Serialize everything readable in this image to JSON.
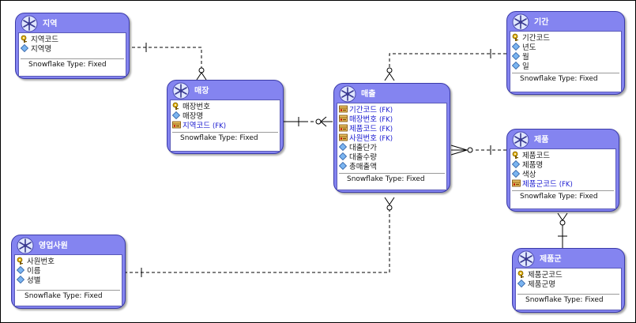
{
  "entities": {
    "region": {
      "title": "지역",
      "attributes": [
        {
          "name": "지역코드",
          "kind": "pk",
          "fk_label": ""
        },
        {
          "name": "지역명",
          "kind": "attr",
          "fk_label": ""
        }
      ],
      "footer": "Snowflake Type: Fixed"
    },
    "store": {
      "title": "매장",
      "attributes": [
        {
          "name": "매장번호",
          "kind": "pk",
          "fk_label": ""
        },
        {
          "name": "매장명",
          "kind": "attr",
          "fk_label": ""
        },
        {
          "name": "지역코드",
          "kind": "fk",
          "fk_label": "(FK)"
        }
      ],
      "footer": "Snowflake Type: Fixed"
    },
    "sales": {
      "title": "매출",
      "attributes": [
        {
          "name": "기간코드",
          "kind": "fk",
          "fk_label": "(FK)"
        },
        {
          "name": "매장번호",
          "kind": "fk",
          "fk_label": "(FK)"
        },
        {
          "name": "제품코드",
          "kind": "fk",
          "fk_label": "(FK)"
        },
        {
          "name": "사원번호",
          "kind": "fk",
          "fk_label": "(FK)"
        },
        {
          "name": "대출단가",
          "kind": "attr",
          "fk_label": ""
        },
        {
          "name": "대출수량",
          "kind": "attr",
          "fk_label": ""
        },
        {
          "name": "총매출액",
          "kind": "attr",
          "fk_label": ""
        }
      ],
      "footer": "Snowflake Type: Fixed"
    },
    "period": {
      "title": "기간",
      "attributes": [
        {
          "name": "기간코드",
          "kind": "pk",
          "fk_label": ""
        },
        {
          "name": "년도",
          "kind": "attr",
          "fk_label": ""
        },
        {
          "name": "월",
          "kind": "attr",
          "fk_label": ""
        },
        {
          "name": "일",
          "kind": "attr",
          "fk_label": ""
        }
      ],
      "footer": "Snowflake Type: Fixed"
    },
    "product": {
      "title": "제품",
      "attributes": [
        {
          "name": "제품코드",
          "kind": "pk",
          "fk_label": ""
        },
        {
          "name": "제품명",
          "kind": "attr",
          "fk_label": ""
        },
        {
          "name": "색상",
          "kind": "attr",
          "fk_label": ""
        },
        {
          "name": "제품군코드",
          "kind": "fk",
          "fk_label": "(FK)"
        }
      ],
      "footer": "Snowflake Type: Fixed"
    },
    "product_group": {
      "title": "제품군",
      "attributes": [
        {
          "name": "제품군코드",
          "kind": "pk",
          "fk_label": ""
        },
        {
          "name": "제품군명",
          "kind": "attr",
          "fk_label": ""
        }
      ],
      "footer": "Snowflake Type: Fixed"
    },
    "salesperson": {
      "title": "영업사원",
      "attributes": [
        {
          "name": "사원번호",
          "kind": "pk",
          "fk_label": ""
        },
        {
          "name": "이름",
          "kind": "attr",
          "fk_label": ""
        },
        {
          "name": "성별",
          "kind": "attr",
          "fk_label": ""
        }
      ],
      "footer": "Snowflake Type: Fixed"
    }
  },
  "icons": {
    "entity": "snowflake-icon",
    "pk": "key-icon",
    "attr": "diamond-icon",
    "fk": "foreign-key-icon"
  },
  "colors": {
    "entity_fill": "#8484f0",
    "fk_text": "#1a1ad0"
  },
  "relationships": [
    {
      "parent": "region",
      "child": "store"
    },
    {
      "parent": "store",
      "child": "sales"
    },
    {
      "parent": "period",
      "child": "sales"
    },
    {
      "parent": "product",
      "child": "sales"
    },
    {
      "parent": "salesperson",
      "child": "sales"
    },
    {
      "parent": "product_group",
      "child": "product"
    }
  ]
}
